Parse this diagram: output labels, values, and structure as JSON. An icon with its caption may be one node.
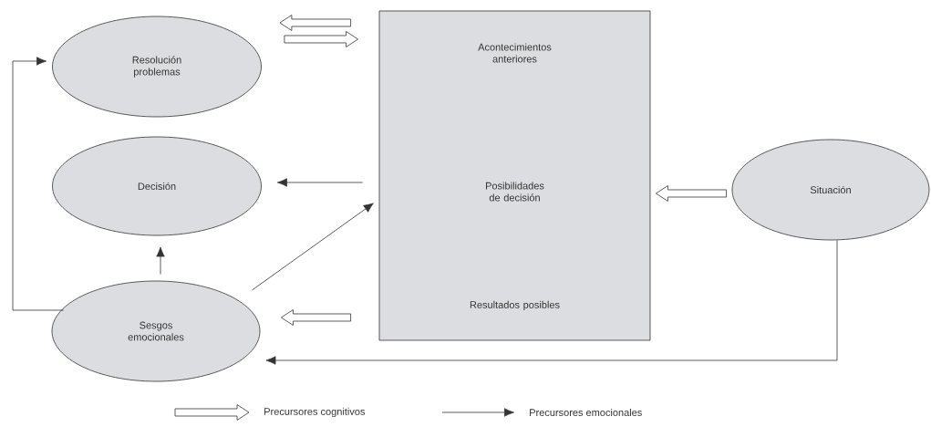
{
  "diagram": {
    "nodes": [
      {
        "text": [
          "Resolución problemas"
        ]
      },
      {
        "text": [
          "Decisión"
        ]
      },
      {
        "text": [
          "Sesgos emocionales"
        ]
      },
      {
        "text": [
          "Acontecimientos anteriores",
          "Posibilidades de decisión",
          "Resultados posibles"
        ]
      },
      {
        "text": [
          "Situación"
        ]
      }
    ],
    "edges": [
      {
        "from": 3,
        "to": 0,
        "arrow": "to",
        "style": "thick"
      },
      {
        "from": 0,
        "to": 3,
        "arrow": "to",
        "style": "thick"
      },
      {
        "from": 3,
        "to": 1,
        "arrow": "to"
      },
      {
        "from": 2,
        "to": 3,
        "arrow": "to"
      },
      {
        "from": 2,
        "to": 1,
        "arrow": "to"
      },
      {
        "from": 2,
        "to": 0,
        "arrow": "to"
      },
      {
        "from": 4,
        "to": 3,
        "arrow": "to",
        "style": "thick"
      },
      {
        "from": 3,
        "to": 2,
        "arrow": "to",
        "style": "thick"
      },
      {
        "from": 4,
        "to": 2,
        "arrow": "to"
      }
    ],
    "legend": [
      {
        "text": "Precursores cognitivos"
      },
      {
        "text": "Precursores emocionales"
      }
    ]
  }
}
